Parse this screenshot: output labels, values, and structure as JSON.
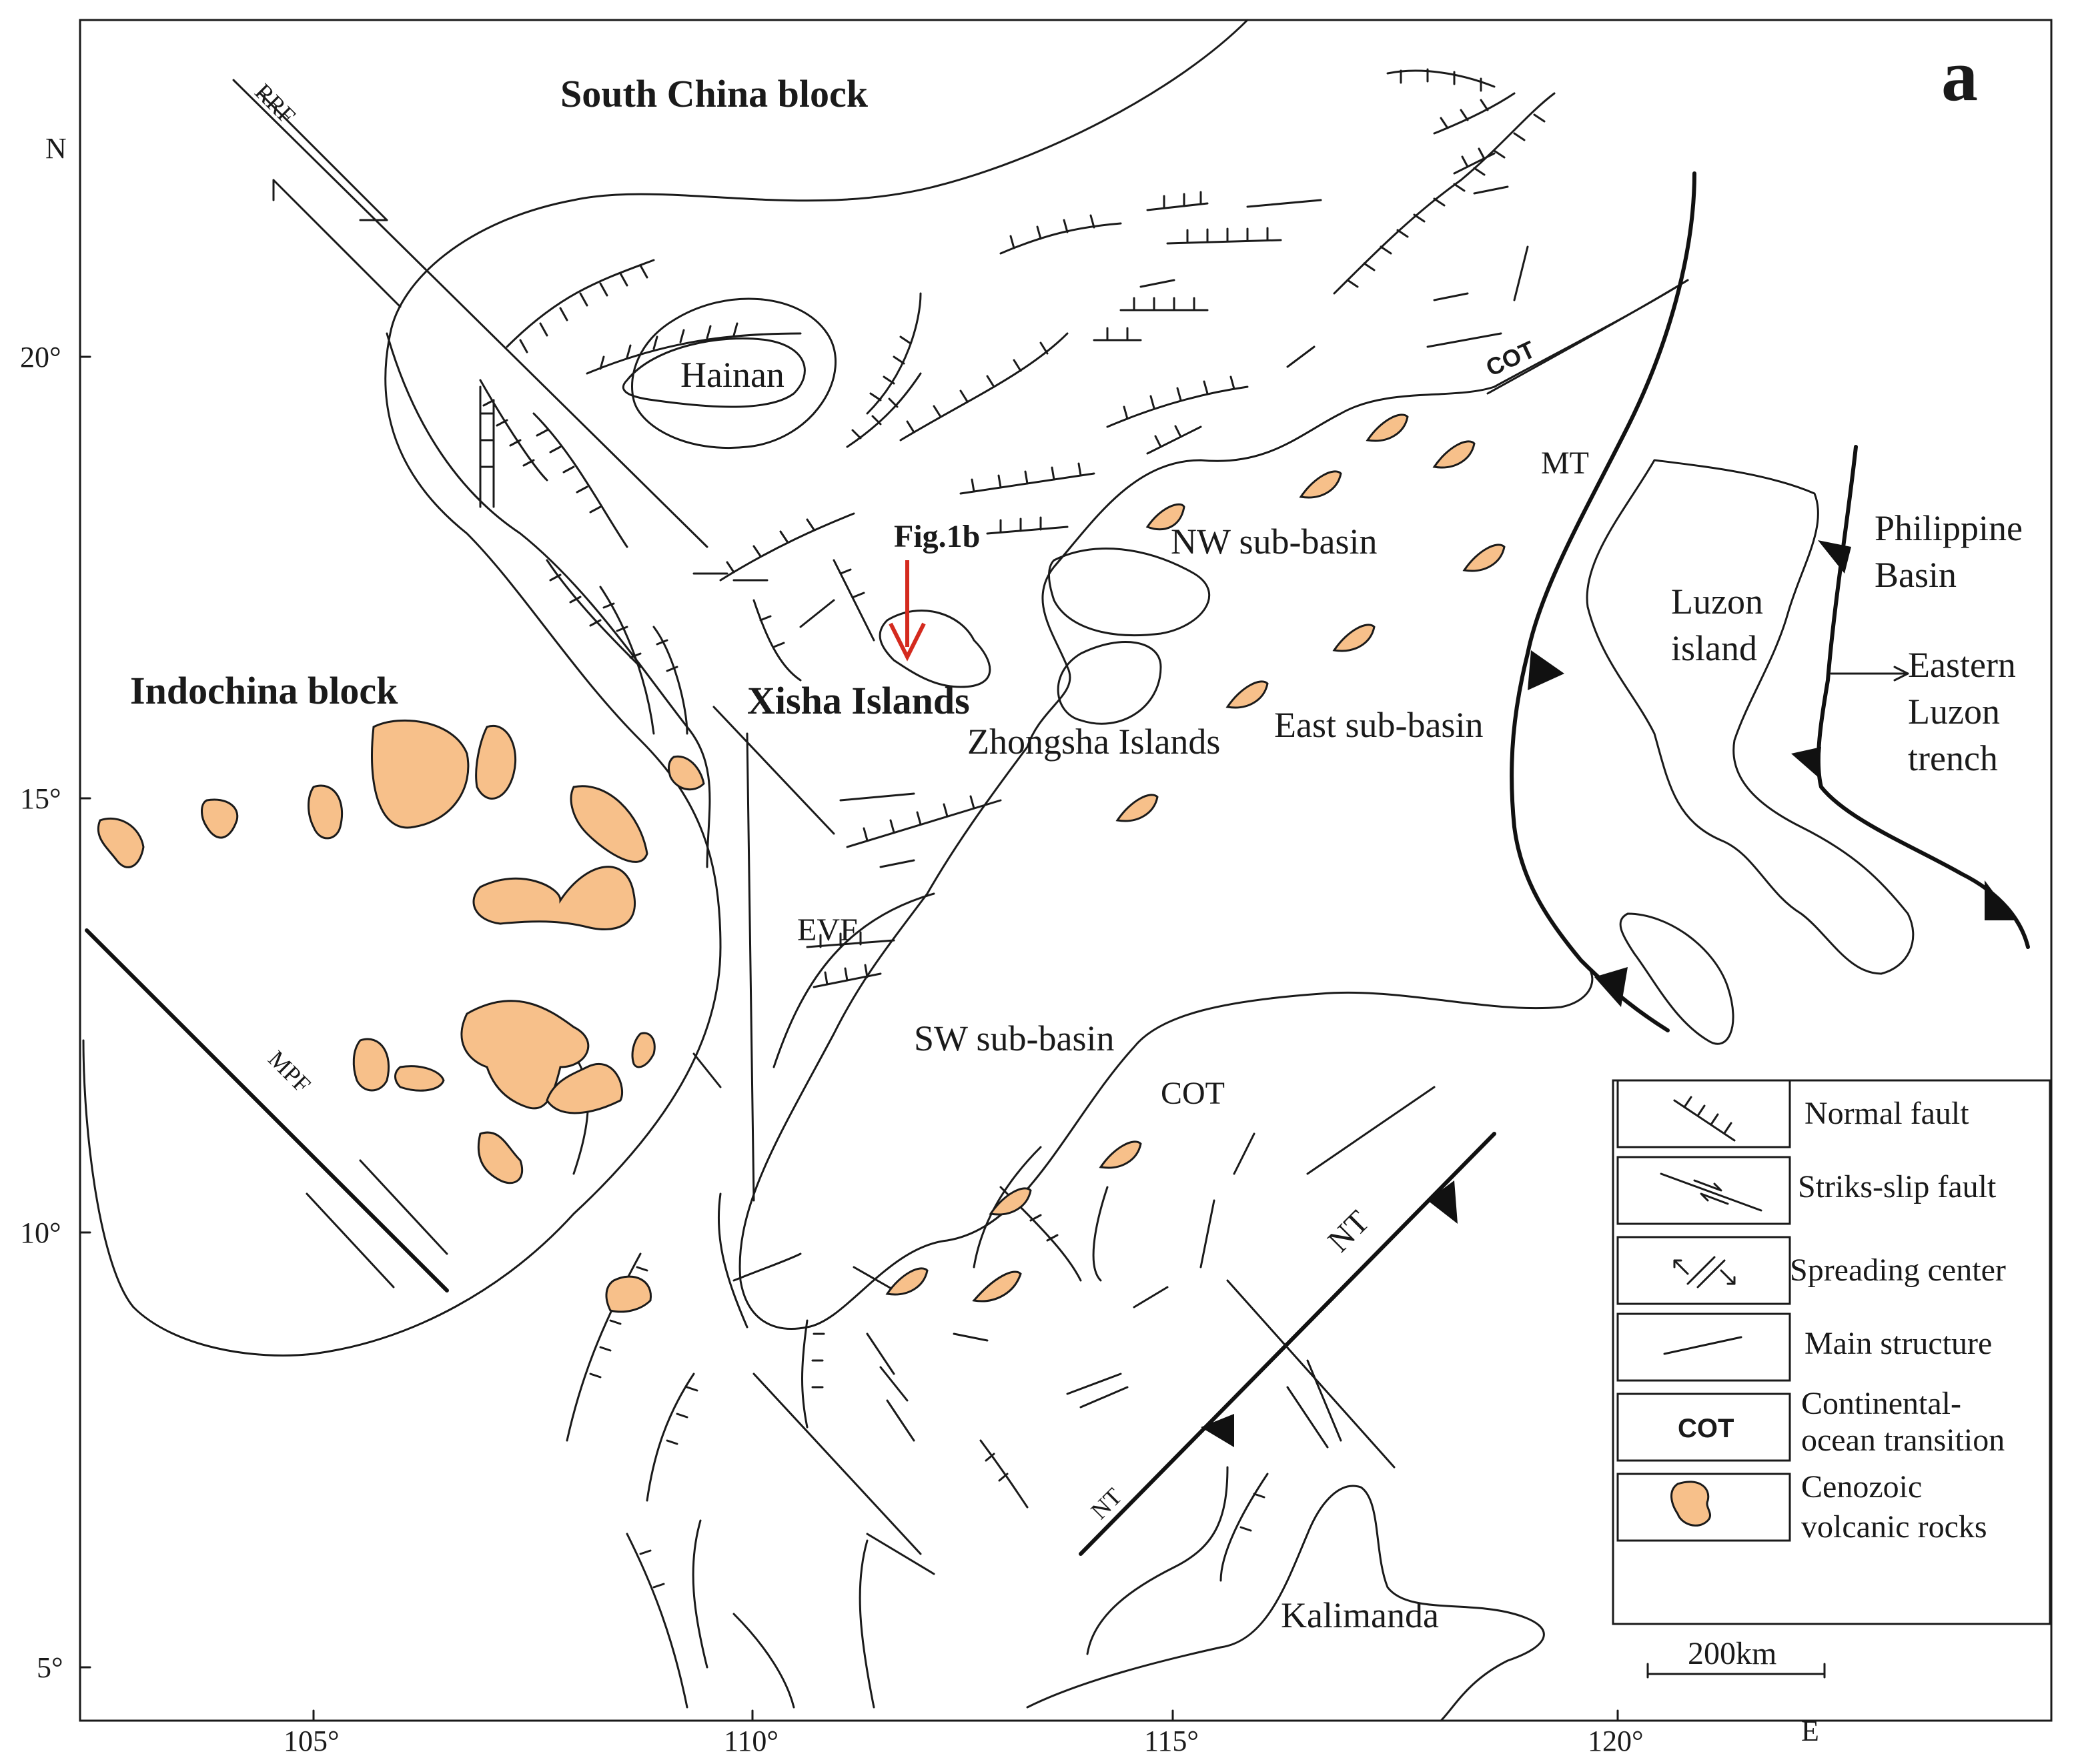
{
  "panel_label": "a",
  "colors": {
    "volcanic_fill": "#f7c08a",
    "arrow": "#d42a1e",
    "line": "#1a1a1a"
  },
  "regions": {
    "south_china": "South China block",
    "indochina": "Indochina block",
    "hainan": "Hainan",
    "xisha": "Xisha Islands",
    "zhongsha": "Zhongsha Islands",
    "luzon": "Luzon island",
    "luzon_line1": "Luzon",
    "luzon_line2": "island",
    "philippine_line1": "Philippine",
    "philippine_line2": "Basin",
    "eastern_luzon_line1": "Eastern",
    "eastern_luzon_line2": "Luzon",
    "eastern_luzon_line3": "trench",
    "kalimanda": "Kalimanda"
  },
  "basins": {
    "nw": "NW sub-basin",
    "east": "East sub-basin",
    "sw": "SW sub-basin"
  },
  "structures": {
    "rrf": "RRF",
    "mpf": "MPF",
    "evf": "EVF",
    "mt": "MT",
    "nt_upper": "NT",
    "nt_lower": "NT",
    "cot_north": "COT",
    "cot_south": "COT"
  },
  "annotation": {
    "fig1b": "Fig.1b"
  },
  "axes": {
    "north": "N",
    "east": "E",
    "lat_ticks": [
      "20°",
      "15°",
      "10°",
      "5°"
    ],
    "lon_ticks": [
      "105°",
      "110°",
      "115°",
      "120°"
    ]
  },
  "legend": {
    "items": [
      {
        "symbol": "normal-fault",
        "label": "Normal fault"
      },
      {
        "symbol": "strike-slip-fault",
        "label": "Striks-slip fault"
      },
      {
        "symbol": "spreading-center",
        "label": "Spreading center"
      },
      {
        "symbol": "main-structure",
        "label": "Main structure"
      },
      {
        "symbol": "cot-box",
        "symbol_text": "COT",
        "label_line1": "Continental-",
        "label_line2": "ocean transition"
      },
      {
        "symbol": "volcanic-rock",
        "label_line1": "Cenozoic",
        "label_line2": "volcanic rocks"
      }
    ]
  },
  "scale_bar": {
    "label": "200km"
  }
}
